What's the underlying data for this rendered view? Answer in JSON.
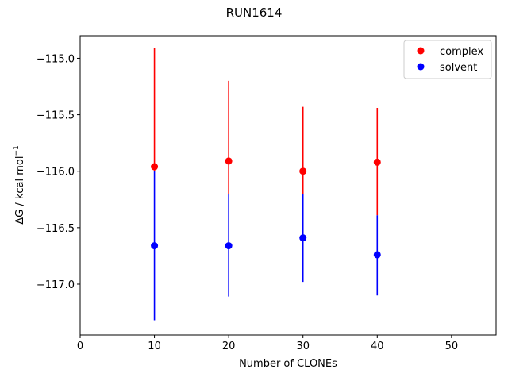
{
  "chart_data": {
    "type": "scatter",
    "title": "RUN1614",
    "xlabel": "Number of CLONEs",
    "ylabel": "ΔG / kcal mol",
    "ylabel_superscript": "−1",
    "xlim": [
      0,
      56
    ],
    "ylim": [
      -117.45,
      -114.8
    ],
    "xticks": [
      0,
      10,
      20,
      30,
      40,
      50
    ],
    "yticks": [
      -115.0,
      -115.5,
      -116.0,
      -116.5,
      -117.0
    ],
    "ytick_labels": [
      "−115.0",
      "−115.5",
      "−116.0",
      "−116.5",
      "−117.0"
    ],
    "xtick_labels": [
      "0",
      "10",
      "20",
      "30",
      "40",
      "50"
    ],
    "grid": false,
    "legend_position": "top-right",
    "series": [
      {
        "name": "complex",
        "color": "#ff0000",
        "points": [
          {
            "x": 10,
            "y": -115.96,
            "err_low": -116.0,
            "err_high": -114.91
          },
          {
            "x": 20,
            "y": -115.91,
            "err_low": -116.2,
            "err_high": -115.2
          },
          {
            "x": 30,
            "y": -116.0,
            "err_low": -116.2,
            "err_high": -115.43
          },
          {
            "x": 40,
            "y": -115.92,
            "err_low": -116.39,
            "err_high": -115.44
          }
        ]
      },
      {
        "name": "solvent",
        "color": "#0000ff",
        "points": [
          {
            "x": 10,
            "y": -116.66,
            "err_low": -117.32,
            "err_high": -116.0
          },
          {
            "x": 20,
            "y": -116.66,
            "err_low": -117.11,
            "err_high": -116.2
          },
          {
            "x": 30,
            "y": -116.59,
            "err_low": -116.98,
            "err_high": -116.2
          },
          {
            "x": 40,
            "y": -116.74,
            "err_low": -117.1,
            "err_high": -116.39
          }
        ]
      }
    ]
  }
}
